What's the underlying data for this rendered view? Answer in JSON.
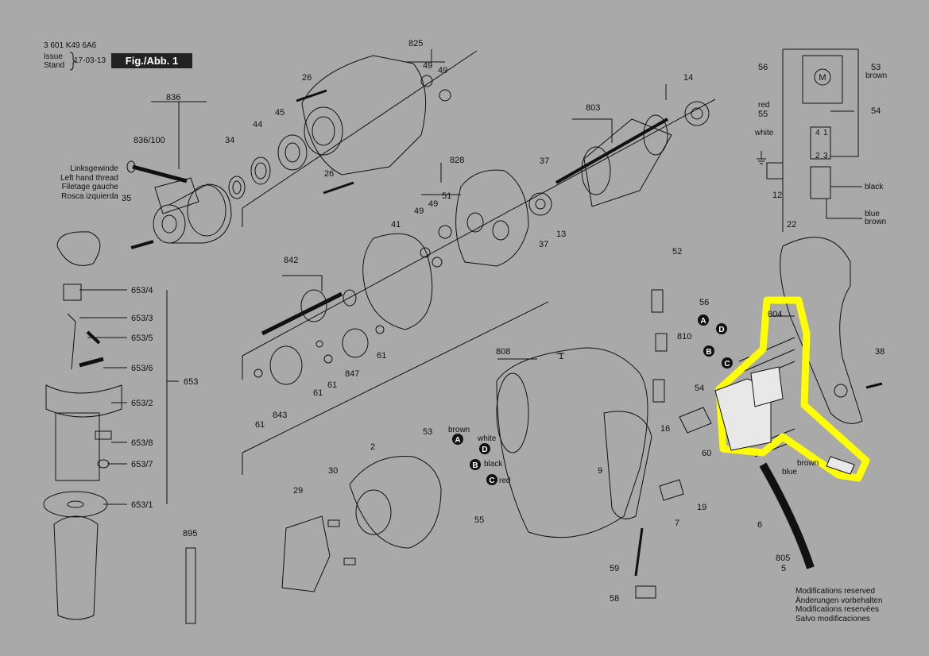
{
  "header": {
    "part_number": "3 601 K49 6A6",
    "issue_label": "Issue",
    "stand_label": "Stand",
    "date": "17-03-13",
    "figure": "Fig./Abb. 1"
  },
  "left_hand_thread": [
    "Linksgewinde",
    "Left hand thread",
    "Filetage gauche",
    "Rosca izquierda"
  ],
  "modifications": [
    "Modifications reserved",
    "Änderungen vorbehalten",
    "Modifications reservées",
    "Salvo modificaciones"
  ],
  "parts": {
    "p825": "825",
    "p49a": "49",
    "p49b": "49",
    "p26a": "26",
    "p26b": "26",
    "p45": "45",
    "p44": "44",
    "p34": "34",
    "p836": "836",
    "p836_100": "836/100",
    "p35": "35",
    "p14": "14",
    "p803": "803",
    "p37a": "37",
    "p37b": "37",
    "p13": "13",
    "p828": "828",
    "p49c": "49",
    "p49d": "49",
    "p51": "51",
    "p41": "41",
    "p842": "842",
    "p61a": "61",
    "p61b": "61",
    "p61c": "61",
    "p61d": "61",
    "p843": "843",
    "p847": "847",
    "p653_4": "653/4",
    "p653_3": "653/3",
    "p653_5": "653/5",
    "p653_6": "653/6",
    "p653_2": "653/2",
    "p653": "653",
    "p653_8": "653/8",
    "p653_7": "653/7",
    "p653_1": "653/1",
    "p895": "895",
    "p29": "29",
    "p30": "30",
    "p2": "2",
    "p53a": "53",
    "p55a": "55",
    "p808": "808",
    "p1": "1",
    "p9": "9",
    "p59": "59",
    "p58": "58",
    "p7": "7",
    "p19": "19",
    "p60": "60",
    "p16": "16",
    "p810": "810",
    "p52": "52",
    "p56a": "56",
    "p54a": "54",
    "p804": "804",
    "p22": "22",
    "p38": "38",
    "p6": "6",
    "p805": "805",
    "p5": "5",
    "p56b": "56",
    "p53b": "53",
    "p55b": "55",
    "p54b": "54",
    "p12": "12"
  },
  "wires": {
    "brown": "brown",
    "white": "white",
    "black": "black",
    "red": "red",
    "blue": "blue"
  },
  "connectors": {
    "a": "A",
    "b": "B",
    "c": "C",
    "d": "D"
  },
  "schematic": {
    "motor": "M",
    "red": "red",
    "white": "white",
    "black": "black",
    "blue": "blue",
    "brown": "brown",
    "t4": "4",
    "t1": "1",
    "t2": "2",
    "t3": "3"
  },
  "colors": {
    "background": "#a9a9a9",
    "highlight": "#ffff00",
    "ink": "#111111"
  }
}
